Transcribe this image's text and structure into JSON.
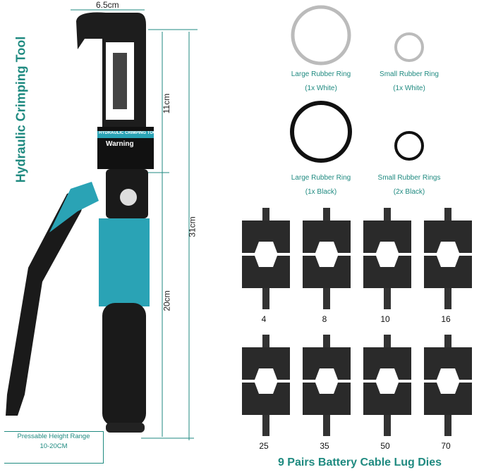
{
  "title": "Hydraulic Crimping Tool",
  "dimensions": {
    "width": "6.5cm",
    "head": "11cm",
    "body": "20cm",
    "total": "31cm"
  },
  "tool_label": {
    "brand_strip": "HYDRAULIC CRIMPING TOOL",
    "warning": "Warning"
  },
  "height_range": {
    "line1": "Pressable Height Range",
    "line2": "10-20CM"
  },
  "rings": [
    {
      "name": "Large Rubber Ring",
      "qty": "(1x White)"
    },
    {
      "name": "Small Rubber Ring",
      "qty": "(1x White)"
    },
    {
      "name": "Large Rubber Ring",
      "qty": "(1x Black)"
    },
    {
      "name": "Small Rubber Rings",
      "qty": "(2x Black)"
    }
  ],
  "dies": [
    "4",
    "8",
    "10",
    "16",
    "25",
    "35",
    "50",
    "70"
  ],
  "dies_caption": "9 Pairs Battery Cable Lug Dies",
  "colors": {
    "accent": "#1f8a80",
    "tool_blue": "#2aa3b5",
    "die": "#2a2a2a"
  }
}
